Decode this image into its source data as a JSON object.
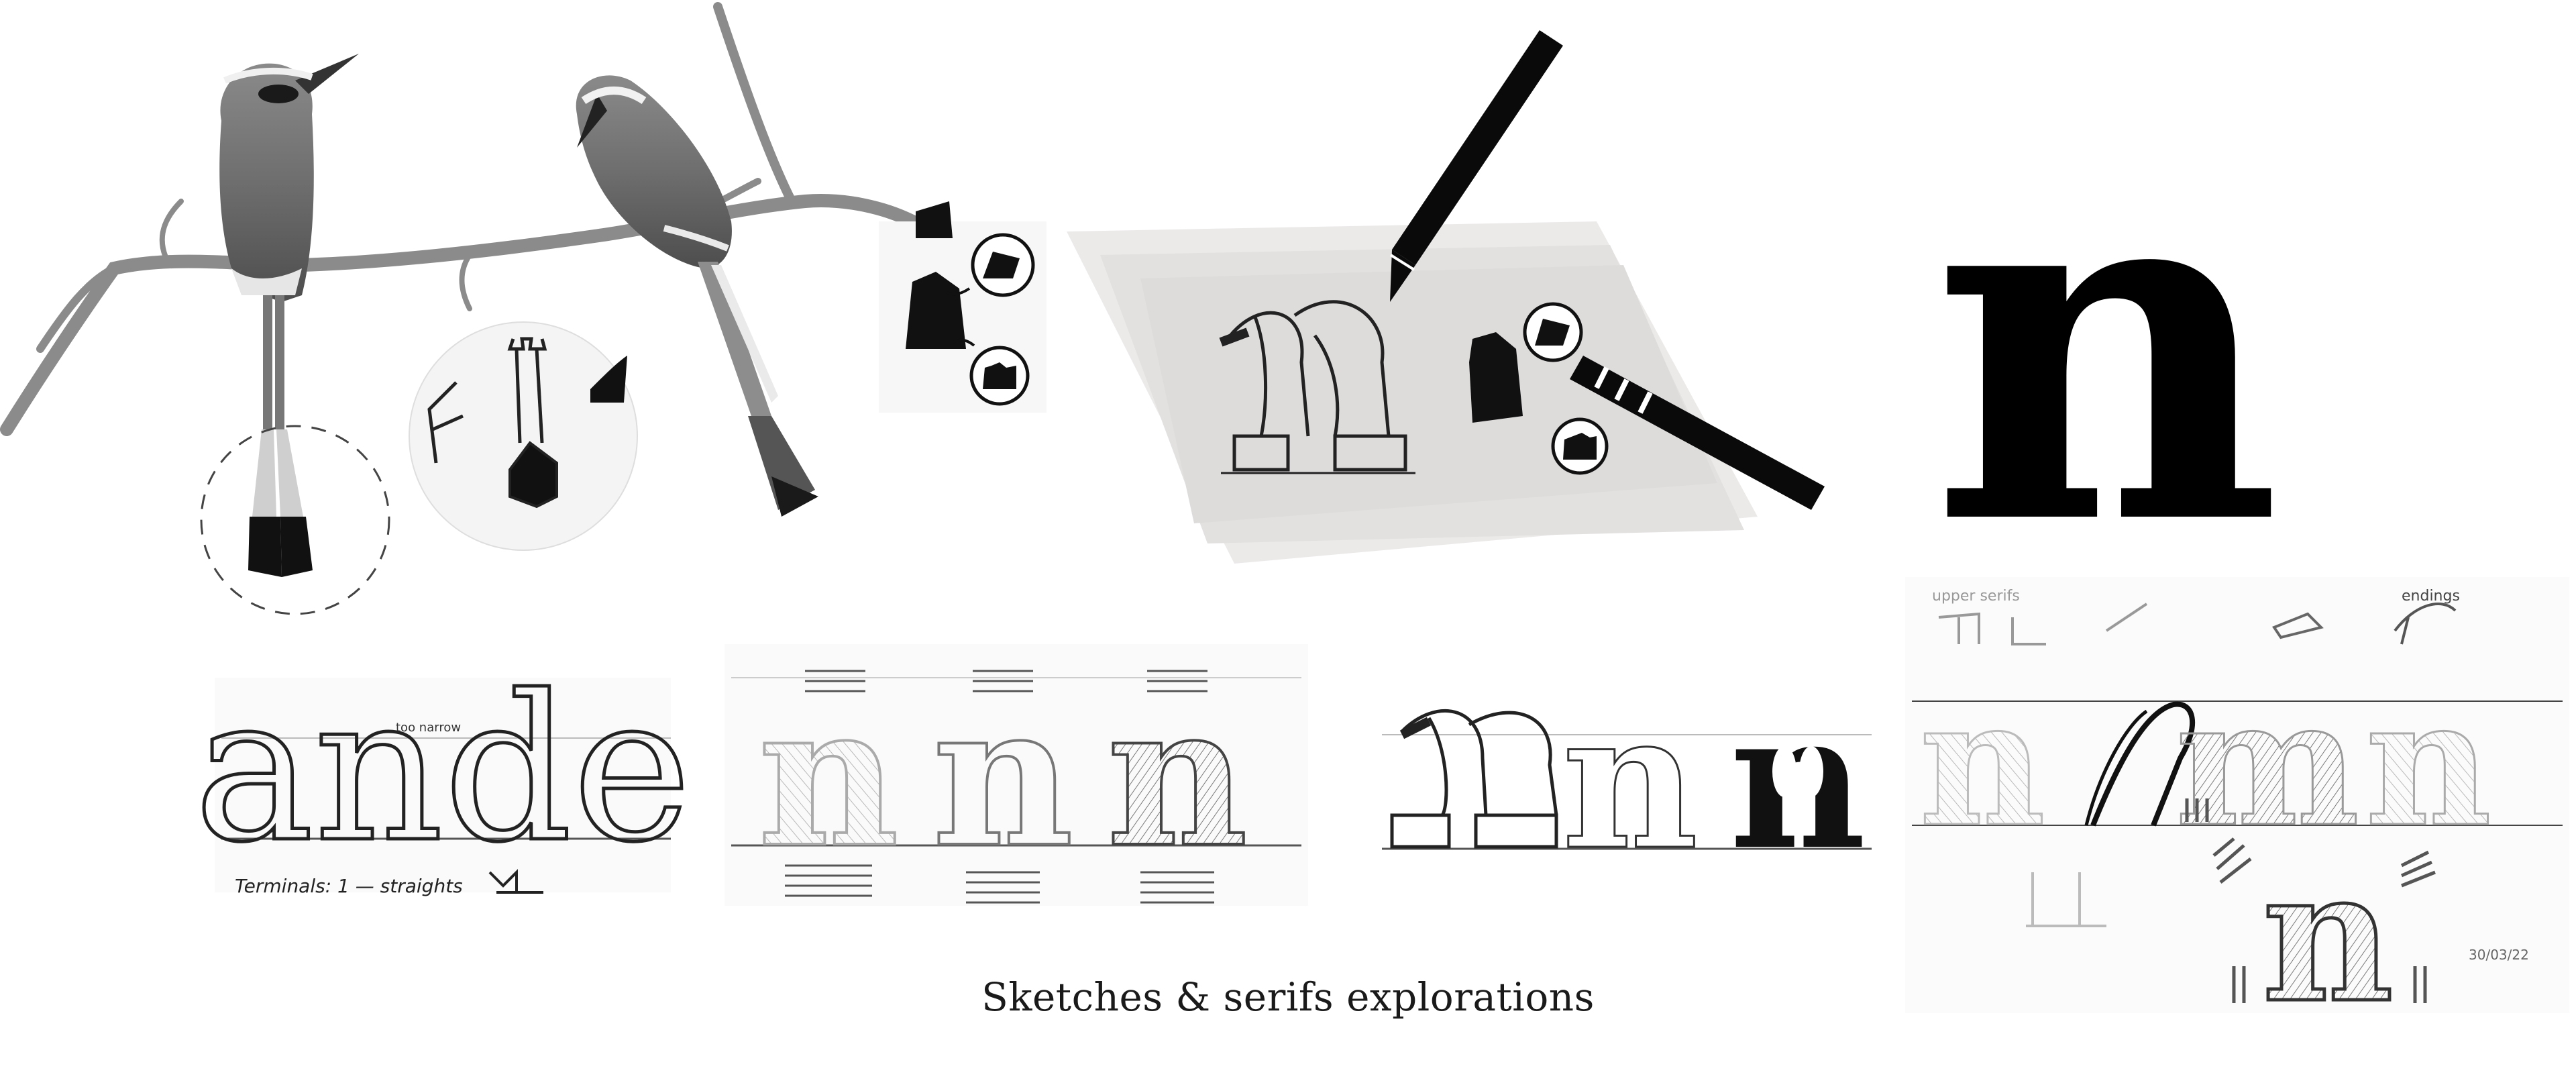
{
  "caption": "Sketches & serifs explorations",
  "sketch_notes": {
    "terminals": "Terminals: 1 — straights",
    "too_narrow": "too narrow",
    "upper_serifs": "upper serifs",
    "endings": "endings",
    "date": "30/03/22"
  },
  "hero_letter": "n",
  "colors": {
    "ink": "#000000",
    "paper": "#ffffff",
    "sheet": "#e4e2e2"
  }
}
